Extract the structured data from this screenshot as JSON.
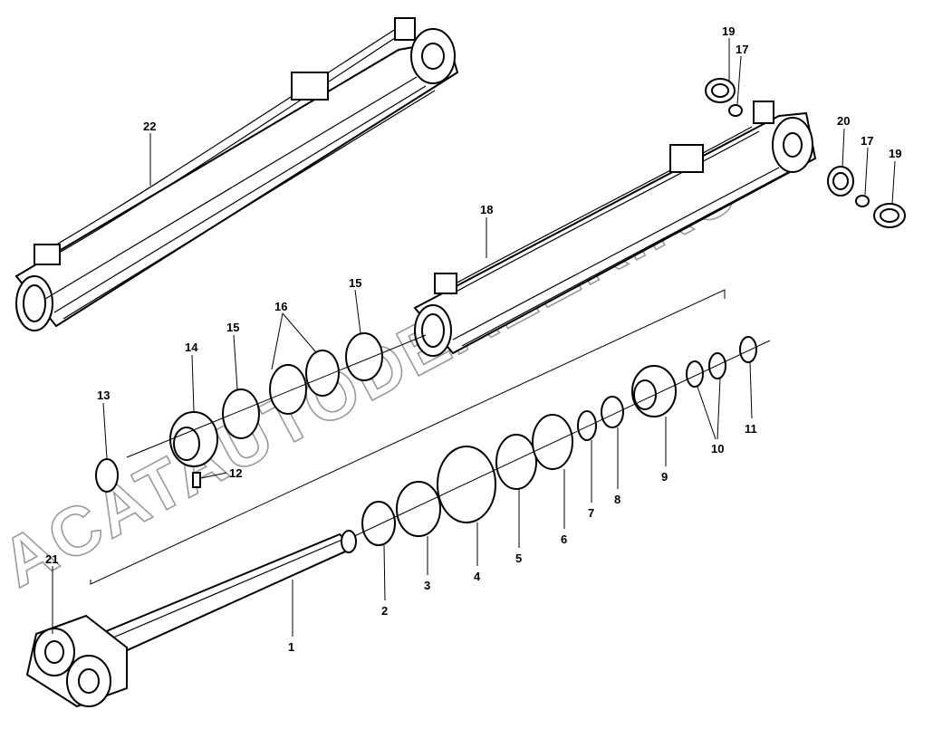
{
  "watermark": "ACATAUTODEALER.RU",
  "parts": [
    {
      "id": "label-1",
      "text": "1"
    },
    {
      "id": "label-2",
      "text": "2"
    },
    {
      "id": "label-3",
      "text": "3"
    },
    {
      "id": "label-4",
      "text": "4"
    },
    {
      "id": "label-5",
      "text": "5"
    },
    {
      "id": "label-6",
      "text": "6"
    },
    {
      "id": "label-7",
      "text": "7"
    },
    {
      "id": "label-8",
      "text": "8"
    },
    {
      "id": "label-9",
      "text": "9"
    },
    {
      "id": "label-10",
      "text": "10"
    },
    {
      "id": "label-11",
      "text": "11"
    },
    {
      "id": "label-12",
      "text": "12"
    },
    {
      "id": "label-13",
      "text": "13"
    },
    {
      "id": "label-14",
      "text": "14"
    },
    {
      "id": "label-15a",
      "text": "15"
    },
    {
      "id": "label-15b",
      "text": "15"
    },
    {
      "id": "label-16",
      "text": "16"
    },
    {
      "id": "label-17a",
      "text": "17"
    },
    {
      "id": "label-17b",
      "text": "17"
    },
    {
      "id": "label-18",
      "text": "18"
    },
    {
      "id": "label-19a",
      "text": "19"
    },
    {
      "id": "label-19b",
      "text": "19"
    },
    {
      "id": "label-20",
      "text": "20"
    },
    {
      "id": "label-21",
      "text": "21"
    },
    {
      "id": "label-22",
      "text": "22"
    }
  ]
}
